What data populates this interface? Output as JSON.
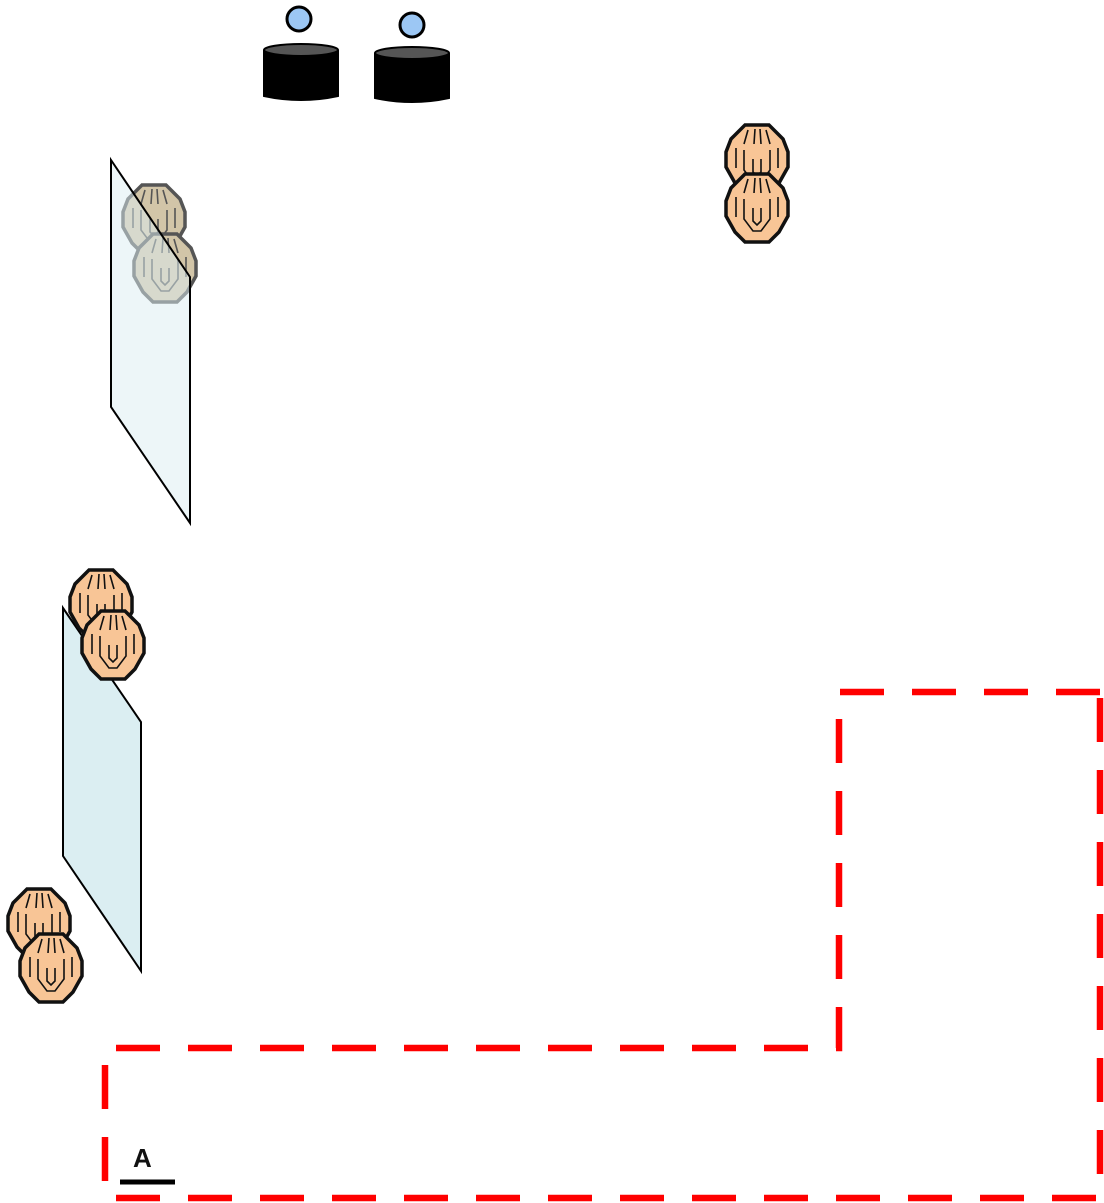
{
  "diagram": {
    "zone_label": "A",
    "colors": {
      "background": "#ffffff",
      "zone_border": "#ff0000",
      "glass_panel_fill": "#dbeef2",
      "target_fill": "#f8c596",
      "target_stroke": "#111111",
      "occluded_target_fill": "#d2c5a8",
      "occluded_target_stroke": "#555555",
      "operator_head": "#9cc7f4",
      "operator_body": "#000000",
      "operator_top": "#555555"
    },
    "icons": {
      "target": "hostile-target-icon",
      "glass": "glass-panel-icon",
      "operator": "operator-icon"
    },
    "counts": {
      "operators": 2,
      "target_pairs": 4,
      "glass_panels": 2
    }
  }
}
